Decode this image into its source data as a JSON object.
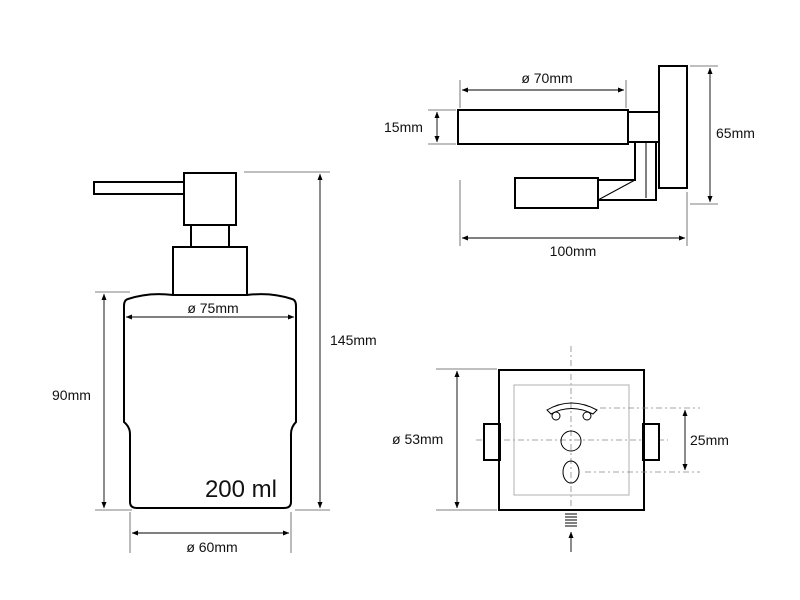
{
  "diagram": {
    "dispenser": {
      "diameter_top": "ø 75mm",
      "height_body": "90mm",
      "height_total": "145mm",
      "diameter_bottom": "ø 60mm",
      "volume": "200 ml"
    },
    "side_view": {
      "projection": "ø 70mm",
      "thickness": "15mm",
      "height": "65mm",
      "depth": "100mm"
    },
    "front_view": {
      "diameter": "ø 53mm",
      "hole_spacing": "25mm"
    }
  }
}
